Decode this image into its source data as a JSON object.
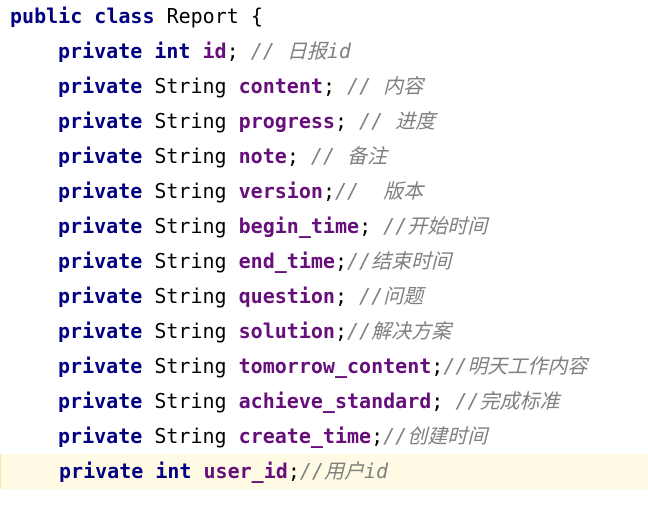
{
  "editor": {
    "language": "java",
    "current_line_index": 12,
    "colors": {
      "keyword": "#000080",
      "field": "#660e7a",
      "comment": "#808080",
      "current_line_bg": "#fffae3"
    },
    "class_decl": {
      "modifier": "public",
      "keyword": "class",
      "name": "Report",
      "brace": "{"
    },
    "lines": [
      {
        "modifier": "private",
        "type": "int",
        "type_is_keyword": true,
        "name": "id",
        "punct": ";",
        "comment": " // 日报id"
      },
      {
        "modifier": "private",
        "type": "String",
        "type_is_keyword": false,
        "name": "content",
        "punct": ";",
        "comment": " // 内容"
      },
      {
        "modifier": "private",
        "type": "String",
        "type_is_keyword": false,
        "name": "progress",
        "punct": ";",
        "comment": " // 进度"
      },
      {
        "modifier": "private",
        "type": "String",
        "type_is_keyword": false,
        "name": "note",
        "punct": ";",
        "comment": " // 备注"
      },
      {
        "modifier": "private",
        "type": "String",
        "type_is_keyword": false,
        "name": "version",
        "punct": ";",
        "comment": "//  版本"
      },
      {
        "modifier": "private",
        "type": "String",
        "type_is_keyword": false,
        "name": "begin_time",
        "punct": ";",
        "comment": " //开始时间"
      },
      {
        "modifier": "private",
        "type": "String",
        "type_is_keyword": false,
        "name": "end_time",
        "punct": ";",
        "comment": "//结束时间"
      },
      {
        "modifier": "private",
        "type": "String",
        "type_is_keyword": false,
        "name": "question",
        "punct": ";",
        "comment": " //问题"
      },
      {
        "modifier": "private",
        "type": "String",
        "type_is_keyword": false,
        "name": "solution",
        "punct": ";",
        "comment": "//解决方案"
      },
      {
        "modifier": "private",
        "type": "String",
        "type_is_keyword": false,
        "name": "tomorrow_content",
        "punct": ";",
        "comment": "//明天工作内容"
      },
      {
        "modifier": "private",
        "type": "String",
        "type_is_keyword": false,
        "name": "achieve_standard",
        "punct": ";",
        "comment": " //完成标准"
      },
      {
        "modifier": "private",
        "type": "String",
        "type_is_keyword": false,
        "name": "create_time",
        "punct": ";",
        "comment": "//创建时间"
      },
      {
        "modifier": "private",
        "type": "int",
        "type_is_keyword": true,
        "name": "user_id",
        "punct": ";",
        "comment": "//用户id"
      }
    ]
  }
}
